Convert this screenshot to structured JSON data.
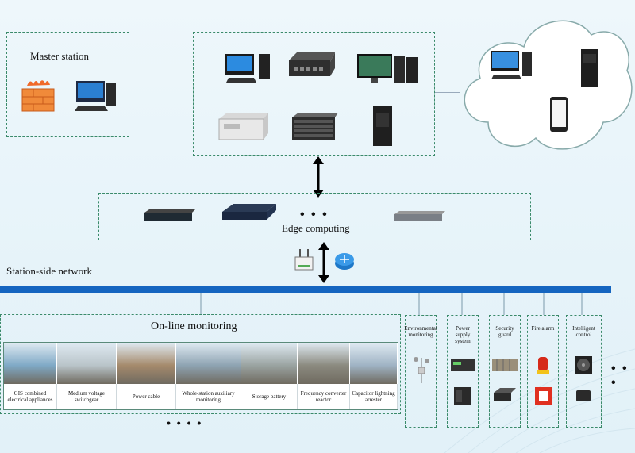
{
  "master": {
    "label": "Master station"
  },
  "edge": {
    "label": "Edge computing",
    "dots": "• • •"
  },
  "network": {
    "label": "Station-side network"
  },
  "online": {
    "label": "On-line monitoring",
    "items": [
      {
        "caption": "GIS combined electrical appliances",
        "color": "#7fa9c6"
      },
      {
        "caption": "Medium voltage switchgear",
        "color": "#b9c4c9"
      },
      {
        "caption": "Power cable",
        "color": "#a58a6c"
      },
      {
        "caption": "Whole-station auxiliary monitoring",
        "color": "#8ea3b2"
      },
      {
        "caption": "Storage battery",
        "color": "#9aa3a1"
      },
      {
        "caption": "Frequency converter reactor",
        "color": "#8b8a7f"
      },
      {
        "caption": "Capacitor lightning arrester",
        "color": "#9fb3c4"
      }
    ],
    "dots": "• • • •"
  },
  "side_columns": [
    {
      "title": "Environmental monitoring"
    },
    {
      "title": "Power supply system"
    },
    {
      "title": "Security guard"
    },
    {
      "title": "Fire alarm"
    },
    {
      "title": "Intelligent control"
    }
  ],
  "right_dots": "• • •",
  "colors": {
    "dash": "#3a8a6a",
    "network_bar": "#1565c0"
  }
}
